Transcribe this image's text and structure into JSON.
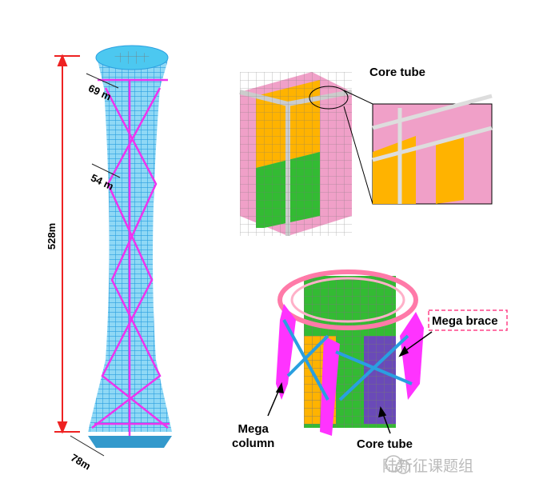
{
  "dimensions": {
    "height": "528m",
    "top_width": "69 m",
    "mid_width": "54 m",
    "base_width": "78m"
  },
  "labels": {
    "core_tube_top": "Core tube",
    "mega_brace": "Mega brace",
    "mega_column": "Mega\ncolumn",
    "core_tube_bottom": "Core tube"
  },
  "watermark": "陆新征课题组",
  "colors": {
    "frame": "#33bbee",
    "brace": "#ff33ff",
    "core_orange": "#ffb300",
    "core_green": "#33bb33",
    "core_pink": "#f0a0c8",
    "arrow": "#ee2222"
  }
}
